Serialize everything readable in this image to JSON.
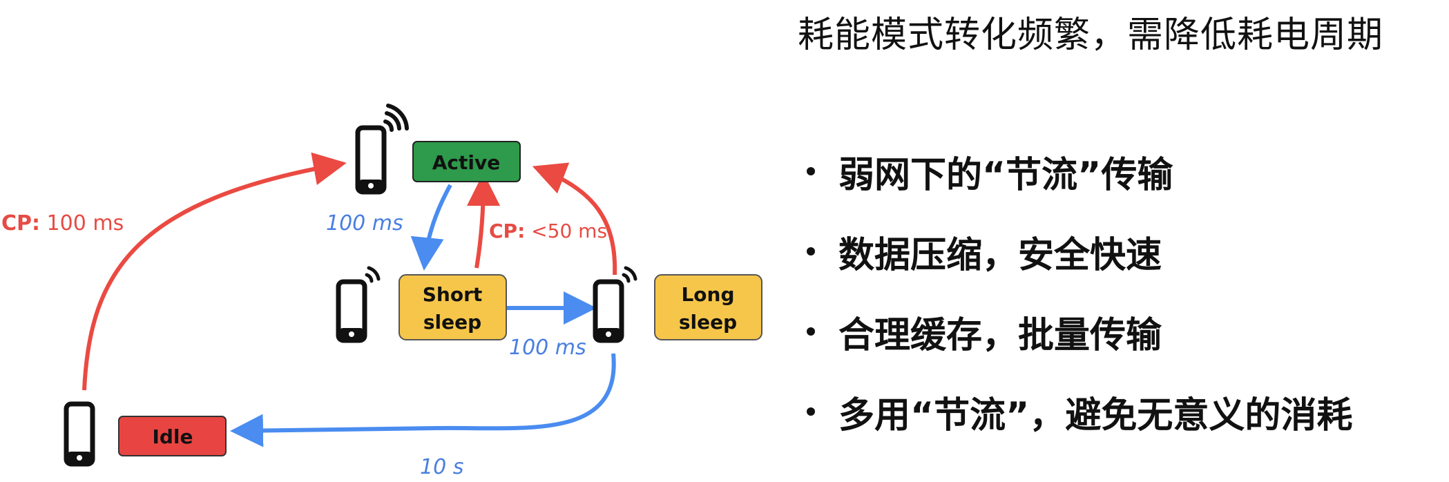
{
  "title": "耗能模式转化频繁，需降低耗电周期",
  "bullets": [
    "弱网下的“节流”传输",
    "数据压缩，安全快速",
    "合理缓存，批量传输",
    "多用“节流”，避免无意义的消耗"
  ],
  "states": {
    "active": "Active",
    "short_sleep_1": "Short",
    "short_sleep_2": "sleep",
    "long_sleep_1": "Long",
    "long_sleep_2": "sleep",
    "idle": "Idle"
  },
  "labels": {
    "cp_prefix": "CP:",
    "cp_idle_value": " 100 ms",
    "cp_short_value": " <50 ms",
    "active_to_short": "100 ms",
    "short_to_long": "100 ms",
    "long_to_idle": "10 s"
  },
  "colors": {
    "active": "#2e9a4b",
    "sleep": "#f6c64a",
    "idle": "#e84542",
    "red_arrow": "#ea4a42",
    "blue_arrow": "#4a8cf0",
    "red_text": "#e64b44",
    "blue_text": "#4a7fe0"
  },
  "icons": [
    "phone-icon",
    "wifi-signal-icon"
  ]
}
